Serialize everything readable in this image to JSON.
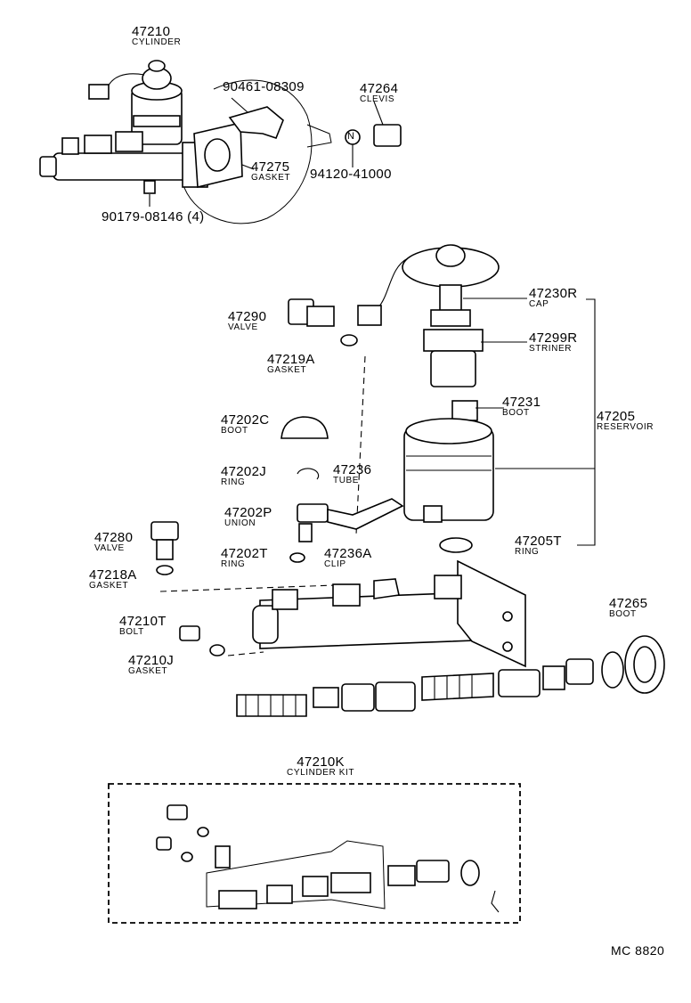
{
  "diagram_id": "MC 8820",
  "labels": {
    "p47210": {
      "num": "47210",
      "name": "CYLINDER"
    },
    "p90461": {
      "num": "90461-08309",
      "name": ""
    },
    "p47264": {
      "num": "47264",
      "name": "CLEVIS"
    },
    "p47275": {
      "num": "47275",
      "name": "GASKET"
    },
    "p94120": {
      "num": "94120-41000",
      "name": ""
    },
    "p90179": {
      "num": "90179-08146 (4)",
      "name": ""
    },
    "p47230R": {
      "num": "47230R",
      "name": "CAP"
    },
    "p47290": {
      "num": "47290",
      "name": "VALVE"
    },
    "p47299R": {
      "num": "47299R",
      "name": "STRINER"
    },
    "p47219A": {
      "num": "47219A",
      "name": "GASKET"
    },
    "p47231": {
      "num": "47231",
      "name": "BOOT"
    },
    "p47202C": {
      "num": "47202C",
      "name": "BOOT"
    },
    "p47205": {
      "num": "47205",
      "name": "RESERVOIR"
    },
    "p47202J": {
      "num": "47202J",
      "name": "RING"
    },
    "p47236": {
      "num": "47236",
      "name": "TUBE"
    },
    "p47202P": {
      "num": "47202P",
      "name": "UNION"
    },
    "p47280": {
      "num": "47280",
      "name": "VALVE"
    },
    "p47202T": {
      "num": "47202T",
      "name": "RING"
    },
    "p47236A": {
      "num": "47236A",
      "name": "CLIP"
    },
    "p47205T": {
      "num": "47205T",
      "name": "RING"
    },
    "p47218A": {
      "num": "47218A",
      "name": "GASKET"
    },
    "p47265": {
      "num": "47265",
      "name": "BOOT"
    },
    "p47210T": {
      "num": "47210T",
      "name": "BOLT"
    },
    "p47210J": {
      "num": "47210J",
      "name": "GASKET"
    },
    "p47210K": {
      "num": "47210K",
      "name": "CYLINDER KIT"
    }
  },
  "booster_marker": "N"
}
